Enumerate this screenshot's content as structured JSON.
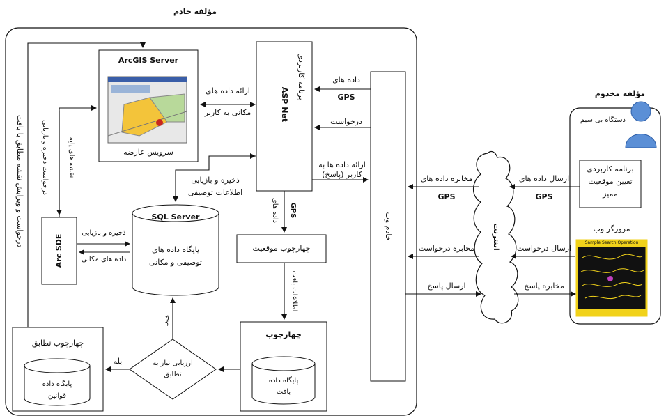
{
  "server_side_title": "مؤلفه خادم",
  "client_side_title": "مؤلفه مخدوم",
  "arcgis": {
    "title": "ArcGIS Server",
    "caption": "سرویس عارضه"
  },
  "aspnet": {
    "title": "ASP Net",
    "subtitle": "برنامه کاربردی"
  },
  "webserver": {
    "label": "خادم وب"
  },
  "sql": {
    "title": "SQL Server",
    "line1": "پایگاه داده های",
    "line2": "توصیفی و مکانی"
  },
  "arcsde": {
    "label": "Arc SDE"
  },
  "location_framework": {
    "label": "چهارچوب موقعیت"
  },
  "framework": {
    "title": "چهارچوب",
    "db_line1": "پایگاه داده",
    "db_line2": "بافت"
  },
  "compliance_framework": {
    "title": "چهارچوب تطابق",
    "db_line1": "پایگاه داده",
    "db_line2": "قوانین"
  },
  "decision": {
    "line1": "ارزیابی نیاز به",
    "line2": "تطابق"
  },
  "labels": {
    "gps_data_1": "داده های",
    "gps_data_2": "GPS",
    "request": "درخواست",
    "present_spatial_1": "ارائه داده های",
    "present_spatial_2": "مکانی به کاربر",
    "present_to_user_1": "ارائه داده ها به",
    "present_to_user_2": "کاربر (پاسخ)",
    "store_retrieve_desc_1": "ذخیره و بازیابی",
    "store_retrieve_desc_2": "اطلاعات توصیفی",
    "store_retrieve_spatial_1": "ذخیره و بازیابی",
    "store_retrieve_spatial_2": "داده های مکانی",
    "gps_data_down_1": "داده های",
    "gps_data_down_2": "GPS",
    "context_info": "اطلاعات بافت",
    "yes": "بله",
    "no": "خیر",
    "left_vertical": "درخواست و ویرایش نقشه مطابق با بافت",
    "inner_vertical": "درخواست ذخیره و بازیابی",
    "inner_vertical_2": "نقشه های پایه"
  },
  "internet": {
    "label": "اینترنت",
    "gps_comm_1": "مخابره داده های",
    "gps_comm_2": "GPS",
    "request_comm": "مخابره درخواست",
    "send_response": "ارسال پاسخ",
    "send_gps_1": "ارسال داده های",
    "send_gps_2": "GPS",
    "send_request": "ارسال درخواست",
    "response_comm": "مخابره پاسخ"
  },
  "client": {
    "device_label": "دستگاه بی سیم",
    "app_line1": "برنامه کاربردی",
    "app_line2": "تعیین موقعیت",
    "app_line3": "ممیز",
    "browser_label": "مرورگر وب",
    "browser_caption": "Sample Search Operation"
  },
  "colors": {
    "line": "#111111",
    "user_icon": "#5b8fd6",
    "map_bg": "#111111",
    "map_yellow": "#f1d21a"
  }
}
